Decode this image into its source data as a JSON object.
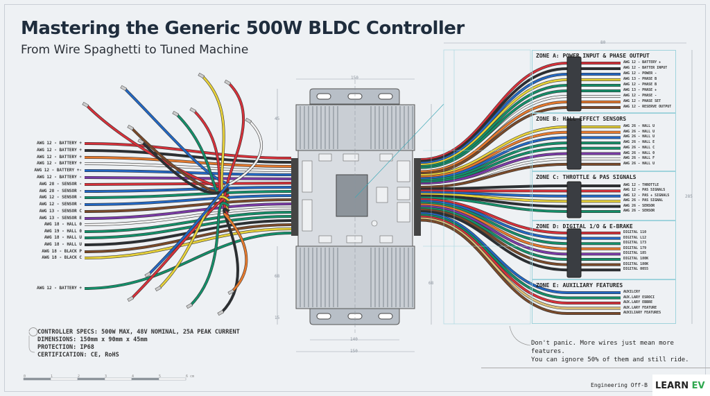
{
  "header": {
    "title": "Mastering the Generic 500W BLDC Controller",
    "subtitle": "From Wire Spaghetti to Tuned Machine"
  },
  "left_wires": [
    {
      "label": "AWG 12 - BATTERY +",
      "color": "#d8313a"
    },
    {
      "label": "AWG 12 - BATTERY +",
      "color": "#2b2f33"
    },
    {
      "label": "AWG 12 - BATTERY +",
      "color": "#e67a2e"
    },
    {
      "label": "AWG 12 - BATTERY +",
      "color": "#f2f2f2"
    },
    {
      "label": "AWG 12 - BATTERY +-",
      "color": "#2368c4"
    },
    {
      "label": "AWG 12 - BATTERY -",
      "color": "#7b3aa8"
    },
    {
      "label": "AWG 28 - SENSOR -",
      "color": "#d8313a"
    },
    {
      "label": "AWG 28 - SENSOR -",
      "color": "#2368c4"
    },
    {
      "label": "AWG 12 - SENSOR -",
      "color": "#14906a"
    },
    {
      "label": "AWG 12 - SENSOR -",
      "color": "#2368c4"
    },
    {
      "label": "AWG 13 - SENSOR C",
      "color": "#7a4a2a"
    },
    {
      "label": "AWG 13 - SENSOR E",
      "color": "#7b3aa8"
    },
    {
      "label": "AWG 18 - HALL 0",
      "color": "#f2f2f2"
    },
    {
      "label": "AWG 19 - HALL 0",
      "color": "#14906a"
    },
    {
      "label": "AWG 18 - HALL U",
      "color": "#14906a"
    },
    {
      "label": "AWG 18 - HALL U",
      "color": "#2b2f33"
    },
    {
      "label": "AWG 18 - BLACK P",
      "color": "#7a4a2a"
    },
    {
      "label": "AWG 18 - BLACK C",
      "color": "#e8d23a"
    },
    {
      "label": "AWG 12 - BATTERY +",
      "color": "#14906a"
    }
  ],
  "zones": [
    {
      "title": "ZONE A: POWER INPUT & PHASE OUTPUT",
      "wires": [
        {
          "label": "AWG 12 - BATTERY +",
          "color": "#d8313a"
        },
        {
          "label": "AWG 12 - BATTER INPUT",
          "color": "#2b2f33"
        },
        {
          "label": "AWG 12 - POWER -",
          "color": "#2368c4"
        },
        {
          "label": "AWG 13 - PHASE B",
          "color": "#e8d23a"
        },
        {
          "label": "AWG 12 - PHASE B",
          "color": "#14906a"
        },
        {
          "label": "AWG 13 - PHASE +",
          "color": "#14906a"
        },
        {
          "label": "AWG 12 - PHASE -",
          "color": "#f2f2f2"
        },
        {
          "label": "AWG 12 - PHASE SET",
          "color": "#e67a2e"
        },
        {
          "label": "AWG 12 - RESERVE OUTPUT",
          "color": "#7a4a2a"
        }
      ]
    },
    {
      "title": "ZONE B: HALL EFFECT SENSORS",
      "wires": [
        {
          "label": "AWG 26 - HALL U",
          "color": "#e8d23a"
        },
        {
          "label": "AWG 26 - HALL U",
          "color": "#e67a2e"
        },
        {
          "label": "AWG 26 - HALL U",
          "color": "#2368c4"
        },
        {
          "label": "AWG 26 - HALL E",
          "color": "#14906a"
        },
        {
          "label": "AWG 26 - HALL C",
          "color": "#14906a"
        },
        {
          "label": "AWG 26 - HALL 0",
          "color": "#7b3aa8"
        },
        {
          "label": "AWG 26 - HALL F",
          "color": "#f2f2f2"
        },
        {
          "label": "AWG 26 - HALL U",
          "color": "#7a4a2a"
        }
      ]
    },
    {
      "title": "ZONE C: THROTTLE & PAS SIGNALS",
      "wires": [
        {
          "label": "AWG 12 - THROTTLE",
          "color": "#2b2f33"
        },
        {
          "label": "AWG 12 - PAS SIGNALS",
          "color": "#d8313a"
        },
        {
          "label": "AWG 12 - PAS + SIGNALS",
          "color": "#2368c4"
        },
        {
          "label": "AWG 26 - PAS SIGNAL",
          "color": "#e8d23a"
        },
        {
          "label": "AWG 26 - SENSOR",
          "color": "#2b2f33"
        },
        {
          "label": "AWG 26 - SENSOR",
          "color": "#14906a"
        }
      ]
    },
    {
      "title": "ZONE D: DIGITAL 1/O & E-BRAKE",
      "wires": [
        {
          "label": "DIGITAL 110",
          "color": "#d8313a"
        },
        {
          "label": "DIGITAL L12",
          "color": "#2368c4"
        },
        {
          "label": "DIGITAL 173",
          "color": "#14906a"
        },
        {
          "label": "DIGITAL 179",
          "color": "#e67a2e"
        },
        {
          "label": "DIGITAL 185",
          "color": "#7b3aa8"
        },
        {
          "label": "DIGITAL 180K",
          "color": "#14906a"
        },
        {
          "label": "DIGITAL 180K",
          "color": "#7a4a2a"
        },
        {
          "label": "DIGITAL 0055",
          "color": "#2b2f33"
        }
      ]
    },
    {
      "title": "ZONE E: AUXILIARY FEATURES",
      "wires": [
        {
          "label": "AUXILCRY",
          "color": "#2368c4"
        },
        {
          "label": "AUX.LARY ESROCI",
          "color": "#14906a"
        },
        {
          "label": "AUX.LARY EBBRE",
          "color": "#d8313a"
        },
        {
          "label": "AUX.LARY FEATURE",
          "color": "#e0c27a"
        },
        {
          "label": "AUXILIARY FEATURES",
          "color": "#7a4a2a"
        }
      ]
    }
  ],
  "dimensions": {
    "top": "150",
    "bottom_inner": "140",
    "bottom_outer": "150",
    "left_upper": "45",
    "left_lower": "68",
    "left_small": "15",
    "right": "68",
    "zone_width": "80",
    "zone_height": "285"
  },
  "specs": {
    "line1": "CONTROLLER SPECS: 500W MAX, 48V NOMINAL, 25A PEAK CURRENT",
    "line2": "DIMENSIONS: 150mm x 90mm x 45mm",
    "line3": "PROTECTION: IP68",
    "line4": "CERTIFICATION: CE, RoHS"
  },
  "scale": {
    "ticks": [
      "0",
      "1",
      "2",
      "3",
      "4",
      "5",
      "6 cm"
    ]
  },
  "note": {
    "line1": "Don't panic. More wires just mean more features.",
    "line2": "You can ignore 50% of them and still ride."
  },
  "title_block": {
    "project": "Engineering Off-B"
  },
  "logo": {
    "part1": "LEARN",
    "part2": "EV"
  }
}
